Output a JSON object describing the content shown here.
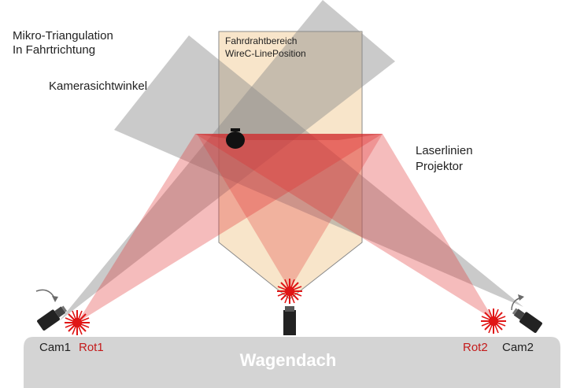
{
  "title": {
    "line1": "Mikro-Triangulation",
    "line2": "In Fahrtrichtung"
  },
  "camera_view_label": "Kamerasichtwinkel",
  "wire_area": {
    "line1": "Fahrdrahtbereich",
    "line2": "WireC-LinePosition"
  },
  "laser": {
    "line1": "Laserlinien",
    "line2": "Projektor"
  },
  "roof_label": "Wagendach",
  "devices": {
    "cam1": "Cam1",
    "rot1": "Rot1",
    "rot2": "Rot2",
    "cam2": "Cam2"
  },
  "colors": {
    "laser_red": "#e03030",
    "camera_gray": "#9a9a9a",
    "wire_area_fill": "#f6dcb8",
    "roof_fill": "#d4d4d4",
    "red_label": "#c41a1a"
  }
}
